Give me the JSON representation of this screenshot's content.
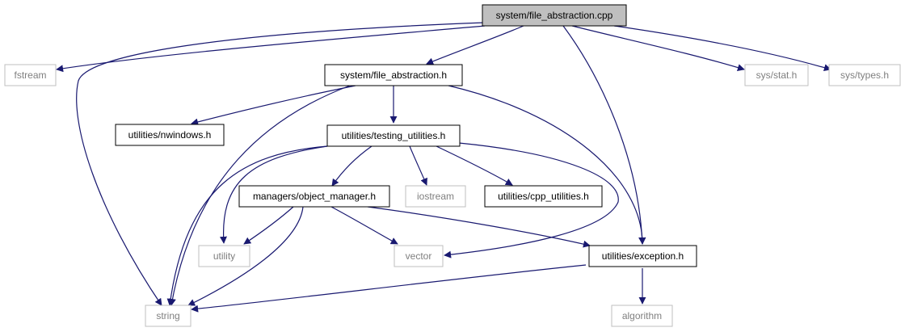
{
  "colors": {
    "edge": "#191970",
    "root_fill": "#bfbfbf",
    "root_stroke": "#000000",
    "local_stroke": "#000000",
    "external_stroke": "#bfbfbf",
    "local_text": "#000000",
    "external_text": "#7f7f7f"
  },
  "nodes": {
    "root": {
      "label": "system/file_abstraction.cpp"
    },
    "fstream": {
      "label": "fstream"
    },
    "fa_h": {
      "label": "system/file_abstraction.h"
    },
    "sys_stat": {
      "label": "sys/stat.h"
    },
    "sys_types": {
      "label": "sys/types.h"
    },
    "nwindows": {
      "label": "utilities/nwindows.h"
    },
    "testing_utils": {
      "label": "utilities/testing_utilities.h"
    },
    "object_manager": {
      "label": "managers/object_manager.h"
    },
    "iostream": {
      "label": "iostream"
    },
    "cpp_utils": {
      "label": "utilities/cpp_utilities.h"
    },
    "utility": {
      "label": "utility"
    },
    "vector": {
      "label": "vector"
    },
    "exception": {
      "label": "utilities/exception.h"
    },
    "string": {
      "label": "string"
    },
    "algorithm": {
      "label": "algorithm"
    }
  }
}
